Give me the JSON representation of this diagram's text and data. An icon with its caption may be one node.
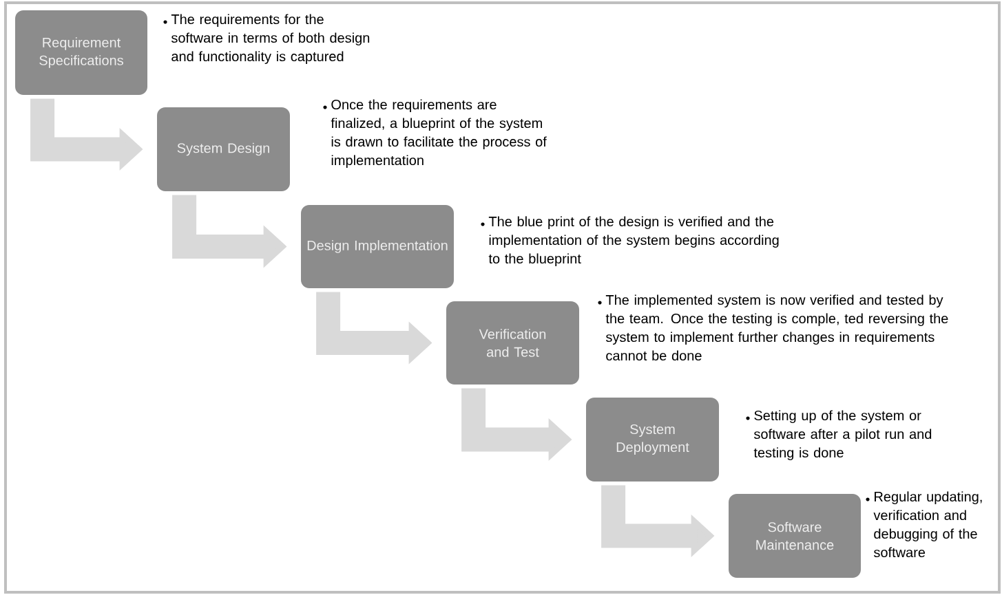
{
  "diagram": {
    "nodes": [
      {
        "text": [
          "Requirement Specifications"
        ],
        "beside": [
          "The requirements for the software in terms of both design and functionality is captured"
        ]
      },
      {
        "text": [
          "System Design"
        ],
        "beside": [
          "Once the requirements are finalized, a blueprint of the system is drawn to facilitate the process of implementation"
        ]
      },
      {
        "text": [
          "Design Implementation"
        ],
        "beside": [
          "The blue print of the design is verified and the implementation of the system begins according to the blueprint"
        ]
      },
      {
        "text": [
          "Verification and Test"
        ],
        "beside": [
          "The implemented system is now verified and tested by the team. Once the testing is comple, ted reversing the system to implement further changes in requirements cannot be done"
        ]
      },
      {
        "text": [
          "System Deployment"
        ],
        "beside": [
          "Setting up of the system or software after a pilot run and testing is done"
        ]
      },
      {
        "text": [
          "Software Maintenance"
        ],
        "beside": [
          "Regular updating, verification and debugging of the software"
        ]
      }
    ],
    "edges": [
      {
        "from": 0,
        "to": 1,
        "arrow": "to"
      },
      {
        "from": 1,
        "to": 2,
        "arrow": "to"
      },
      {
        "from": 2,
        "to": 3,
        "arrow": "to"
      },
      {
        "from": 3,
        "to": 4,
        "arrow": "to"
      },
      {
        "from": 4,
        "to": 5,
        "arrow": "to"
      }
    ]
  }
}
